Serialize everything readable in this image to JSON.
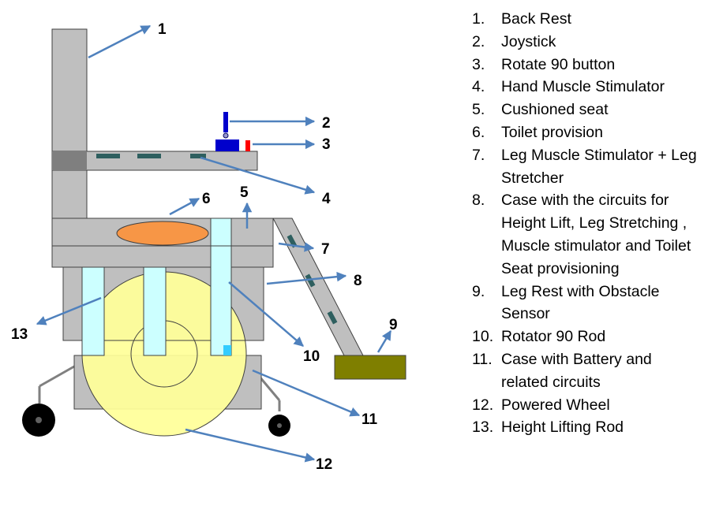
{
  "labels": [
    "1",
    "2",
    "3",
    "4",
    "5",
    "6",
    "7",
    "8",
    "9",
    "10",
    "11",
    "12",
    "13"
  ],
  "legend": [
    {
      "num": "1.",
      "text": "Back Rest"
    },
    {
      "num": "2.",
      "text": "Joystick"
    },
    {
      "num": "3.",
      "text": "Rotate 90 button"
    },
    {
      "num": "4.",
      "text": "Hand Muscle Stimulator"
    },
    {
      "num": "5.",
      "text": "Cushioned seat"
    },
    {
      "num": "6.",
      "text": "Toilet provision"
    },
    {
      "num": "7.",
      "text": "Leg Muscle Stimulator + Leg Stretcher"
    },
    {
      "num": "8.",
      "text": "Case with the circuits for Height Lift, Leg Stretching , Muscle stimulator and Toilet Seat provisioning"
    },
    {
      "num": "9.",
      "text": "Leg Rest with Obstacle Sensor"
    },
    {
      "num": "10.",
      "text": "Rotator 90 Rod"
    },
    {
      "num": "11.",
      "text": "Case with Battery and related circuits"
    },
    {
      "num": "12.",
      "text": "Powered Wheel"
    },
    {
      "num": "13.",
      "text": "Height Lifting Rod"
    }
  ],
  "colors": {
    "frame": "#bfbfbf",
    "frame_dark": "#7f7f7f",
    "outline": "#404040",
    "arrow": "#4f81bd",
    "wheel": "#ffff99",
    "rod": "#ccffff",
    "toilet": "#f79646",
    "leg_rest": "#7f7f00",
    "joystick": "#0000cc",
    "button": "#ff0000",
    "stimulator": "#2e5f5f"
  }
}
